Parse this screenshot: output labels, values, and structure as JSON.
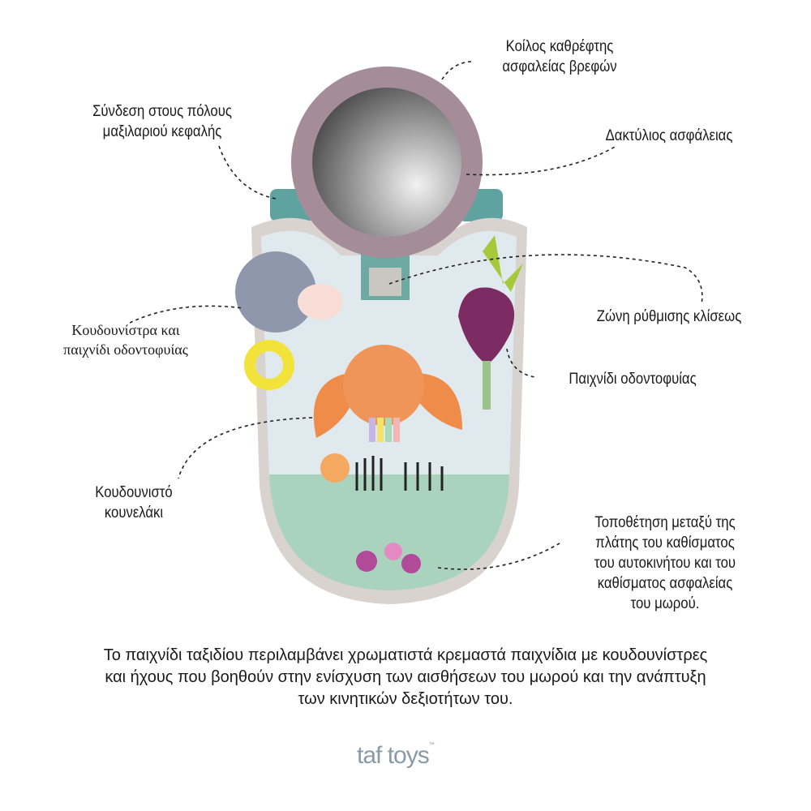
{
  "labels": {
    "mirror": [
      "Κοίλος καθρέφτης",
      "ασφαλείας βρεφών"
    ],
    "connection": [
      "Σύνδεση στους πόλους",
      "μαξιλαριού κεφαλής"
    ],
    "ring": "Δακτύλιος ασφάλειας",
    "strap": "Ζώνη ρύθμισης κλίσεως",
    "rattle": [
      "Κουδουνίστρα και",
      "παιχνίδι οδοντοφυίας"
    ],
    "teether": "Παιχνίδι οδοντοφυίας",
    "bunny": [
      "Κουδουνιστό",
      "κουνελάκι"
    ],
    "placement": [
      "Τοποθέτηση μεταξύ της",
      "πλάτης του καθίσματος",
      "του αυτοκινήτου και του",
      "καθίσματος ασφαλείας",
      "του μωρού."
    ]
  },
  "caption": [
    "Το παιχνίδι ταξιδίου περιλαμβάνει χρωματιστά κρεμαστά παιχνίδια με κουδουνίστρες",
    "και ήχους που βοηθούν στην ενίσχυση των αισθήσεων του μωρού και την ανάπτυξη",
    "των κινητικών δεξιοτήτων του."
  ],
  "logo": {
    "text": "taf toys",
    "tm": "™"
  }
}
